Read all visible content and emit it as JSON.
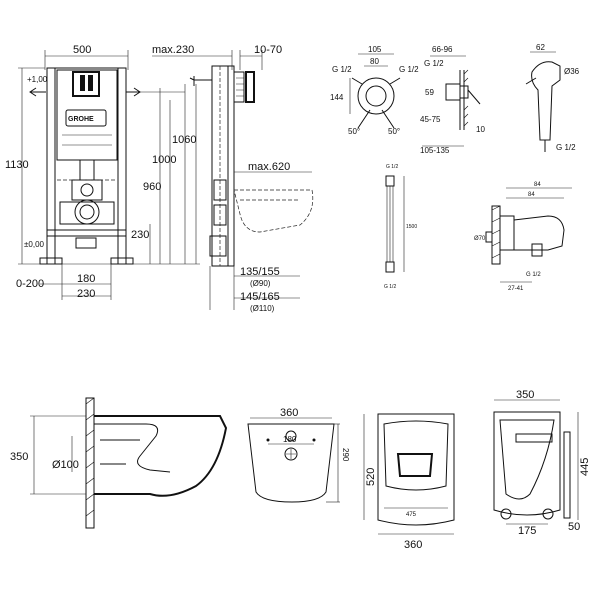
{
  "frame": {
    "width_top": "500",
    "height_total": "1130",
    "level_top": "+1,00",
    "level_zero": "±0,00",
    "bottom_range": "0-200",
    "dim_180": "180",
    "dim_230_bottom": "230",
    "dim_1000": "1000",
    "dim_960": "960",
    "dim_230_side": "230",
    "brand": "GROHE"
  },
  "side_view": {
    "max_depth": "max.230",
    "plate_range": "10-70",
    "dim_1060": "1060",
    "max_620": "max.620",
    "dim_135_155": "135/155",
    "dia_90": "(Ø90)",
    "dim_145_165": "145/165",
    "dia_110": "(Ø110)"
  },
  "valve": {
    "dim_105": "105",
    "dim_80": "80",
    "g_left": "G 1/2",
    "g_right": "G 1/2",
    "dim_144": "144",
    "angle_left": "50°",
    "angle_right": "50°",
    "dim_66_96": "66-96",
    "g_top": "G 1/2",
    "dim_59": "59",
    "dim_45_75": "45-75",
    "dim_10": "10",
    "dim_105_135": "105-135"
  },
  "hand_shower": {
    "dim_62": "62",
    "dia_36": "Ø36",
    "g_bottom": "G 1/2"
  },
  "hose": {
    "g_top": "G 1/2",
    "length": "1500",
    "g_bottom": "G 1/2"
  },
  "elbow": {
    "dim_84a": "84",
    "dim_84b": "84",
    "dia_70": "Ø70",
    "g_half": "G 1/2",
    "range": "27-41"
  },
  "bowl_side": {
    "height": "350",
    "dia_100": "Ø100"
  },
  "bowl_rear": {
    "width": "360",
    "dim_180": "180",
    "dim_290": "290"
  },
  "bowl_top": {
    "length": "520",
    "width": "360",
    "dim_475": "475"
  },
  "seat": {
    "width": "350",
    "length": "445",
    "hinge": "175",
    "thickness": "50"
  }
}
